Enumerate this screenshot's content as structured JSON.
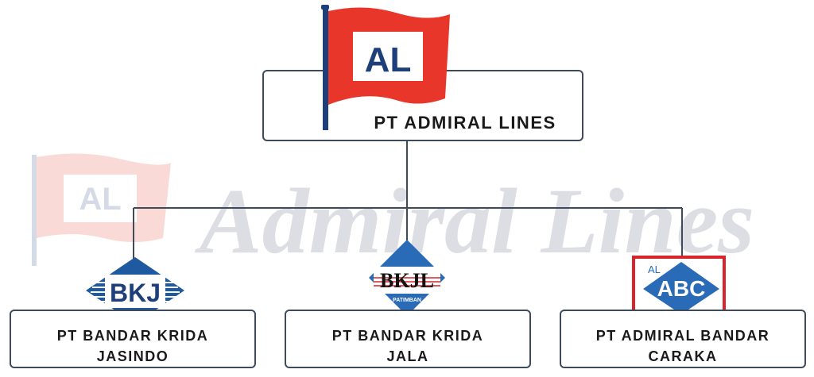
{
  "watermark": {
    "flag_text": "AL",
    "wordmark": "Admiral Lines"
  },
  "root": {
    "label": "PT ADMIRAL LINES",
    "logo_text": "AL"
  },
  "children": [
    {
      "line1": "PT BANDAR KRIDA",
      "line2": "JASINDO",
      "logo_text": "BKJ"
    },
    {
      "line1": "PT BANDAR KRIDA",
      "line2": "JALA",
      "logo_text": "BKJL",
      "logo_subtext": "PATIMBAN"
    },
    {
      "line1": "PT ADMIRAL BANDAR",
      "line2": "CARAKA",
      "logo_text": "ABC",
      "logo_prefix": "AL"
    }
  ],
  "colors": {
    "flag_red": "#e8362a",
    "navy": "#1f3f7a",
    "diamond_blue": "#2a6bb8",
    "frame_red": "#d9232d",
    "line": "#3f4a5a"
  }
}
